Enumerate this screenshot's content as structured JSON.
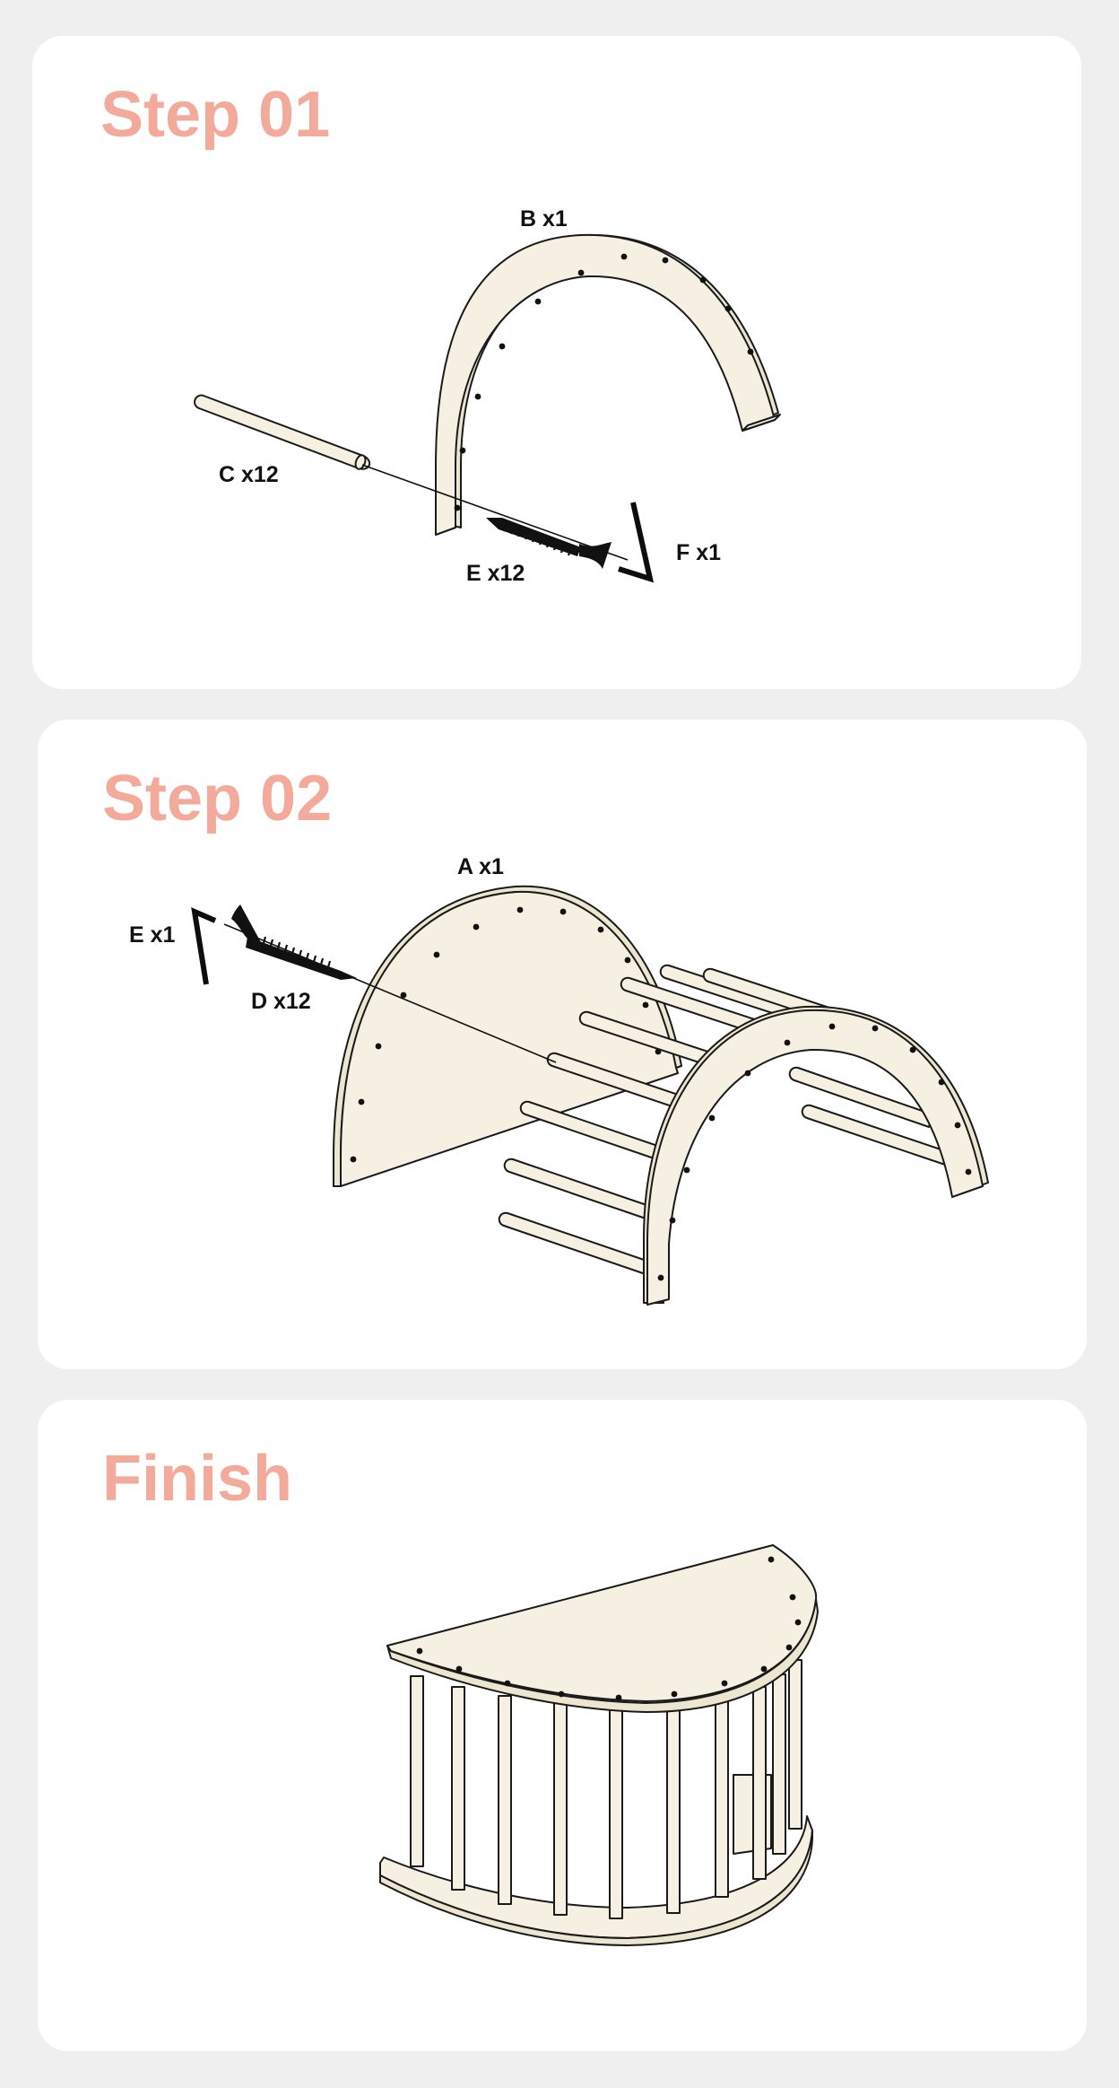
{
  "steps": [
    {
      "title": "Step 01",
      "parts": [
        {
          "label": "B x1",
          "name": "arch-panel-b"
        },
        {
          "label": "C x12",
          "name": "rod-c"
        },
        {
          "label": "E x12",
          "name": "screw-e"
        },
        {
          "label": "F x1",
          "name": "hex-key-f"
        }
      ]
    },
    {
      "title": "Step 02",
      "parts": [
        {
          "label": "A x1",
          "name": "half-disc-panel-a"
        },
        {
          "label": "E x1",
          "name": "hex-key-e"
        },
        {
          "label": "D x12",
          "name": "screw-d"
        }
      ]
    },
    {
      "title": "Finish",
      "parts": []
    }
  ],
  "colors": {
    "background": "#efefef",
    "panel": "#ffffff",
    "title": "#f4aa9a",
    "wood": "#f5f0e1",
    "line": "#1a1a1a"
  }
}
